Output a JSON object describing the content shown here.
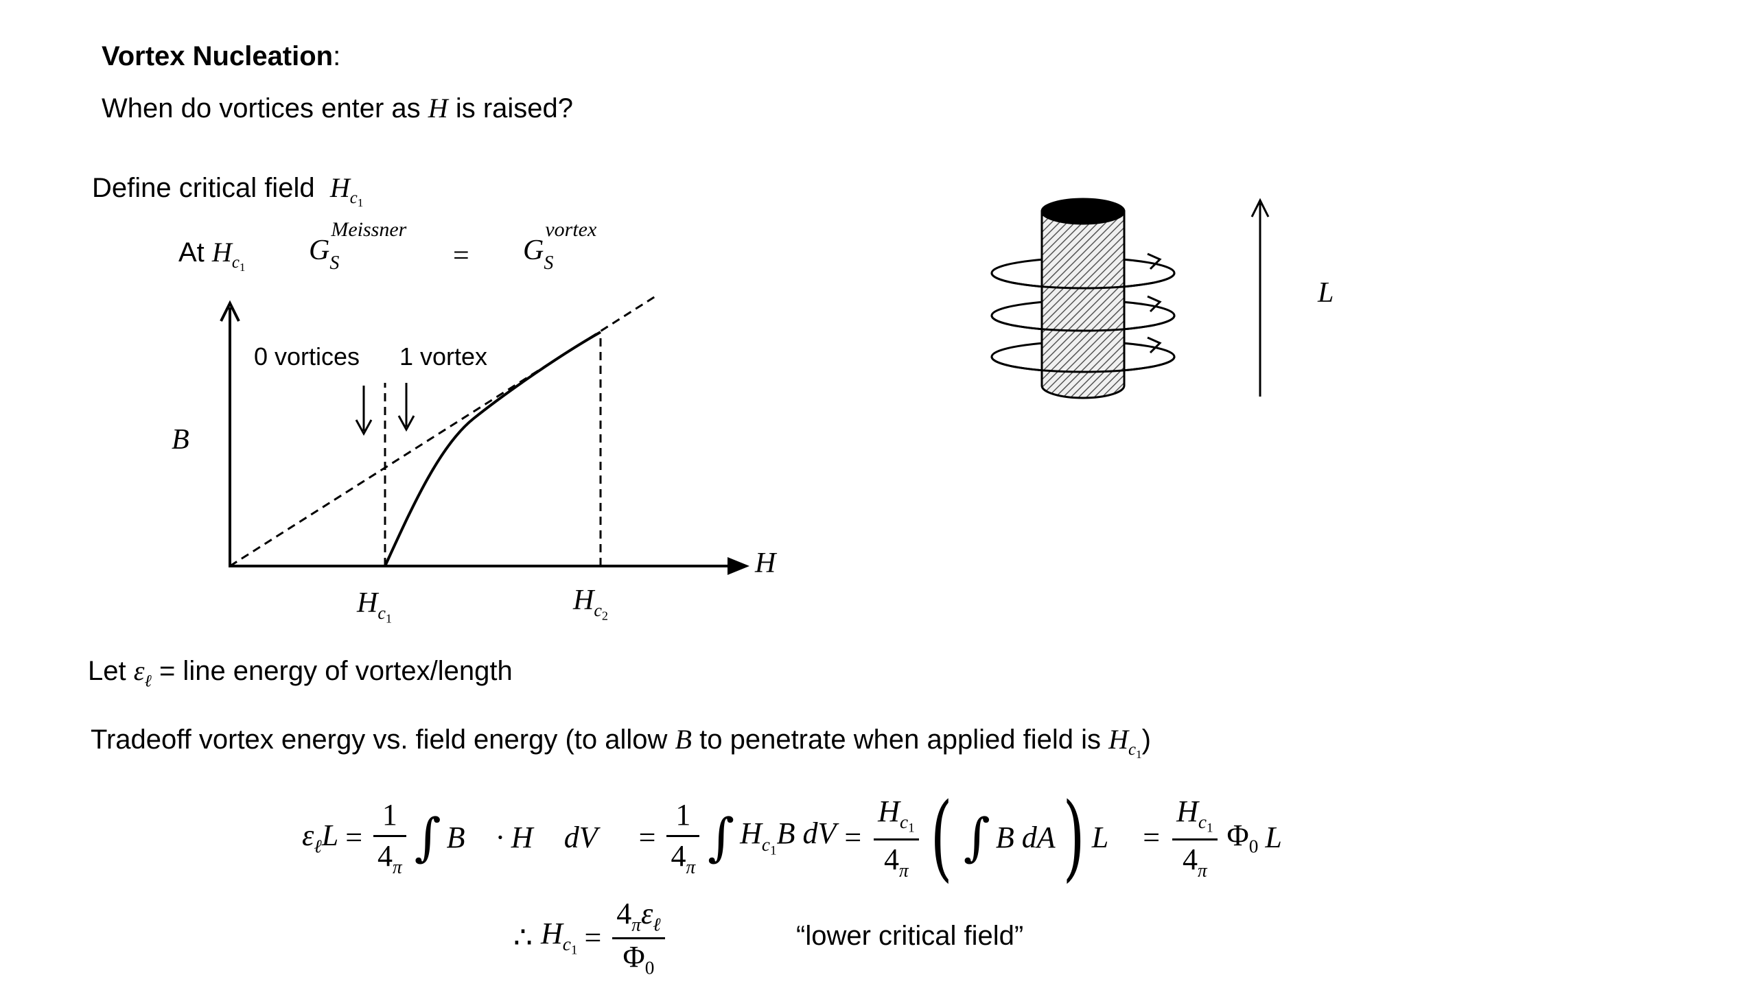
{
  "title": "Vortex Nucleation",
  "title_colon": ":",
  "question": {
    "pre": "When do vortices enter as",
    "var": "H",
    "post": "is raised?"
  },
  "define": {
    "pre": "Define critical field",
    "sym": "H",
    "sub": "c",
    "subsub": "1"
  },
  "condition": {
    "at": "At",
    "sym": "H",
    "sub": "c",
    "subsub": "1",
    "g": "G",
    "g_sub": "S",
    "left_sup": "Meissner",
    "equals": "=",
    "right_sup": "vortex"
  },
  "plot": {
    "y_label": "B",
    "x_label": "H",
    "label_zero": "0 vortices",
    "label_one": "1 vortex",
    "hc1": {
      "sym": "H",
      "sub": "c",
      "subsub": "1"
    },
    "hc2": {
      "sym": "H",
      "sub": "c",
      "subsub": "2"
    }
  },
  "cylinder": {
    "length_label": "L"
  },
  "let_line": {
    "pre": "Let",
    "eps": "ε",
    "eps_sub": "ℓ",
    "post": "= line energy of vortex/length"
  },
  "tradeoff": {
    "pre": "Tradeoff vortex energy vs. field energy (to allow",
    "var": "B",
    "mid": "to penetrate when applied field is",
    "sym": "H",
    "sub": "c",
    "subsub": "1",
    "close": ")"
  },
  "equation": {
    "lhs_eps": "ε",
    "lhs_sub": "ℓ",
    "lhs_L": "L",
    "eq": "=",
    "one": "1",
    "four": "4",
    "pi": "π",
    "integral": "∫",
    "term1": "B⃗ · H⃗ dV",
    "term2_H": "H",
    "term2_rest": "B dV",
    "frac_H": "H",
    "c": "c",
    "one_sub": "1",
    "term3": "B dA",
    "L": "L",
    "phi": "Φ",
    "phi_sub": "0"
  },
  "result": {
    "therefore": "∴",
    "sym": "H",
    "sub": "c",
    "subsub": "1",
    "eq": "=",
    "num_four": "4",
    "num_pi": "π",
    "num_eps": "ε",
    "num_eps_sub": "ℓ",
    "den_phi": "Φ",
    "den_sub": "0",
    "quote": "“lower critical field”"
  }
}
